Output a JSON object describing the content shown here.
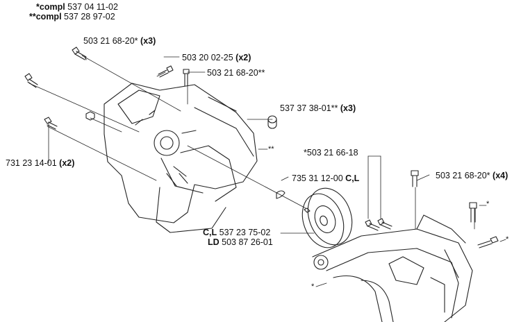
{
  "header": {
    "line1": {
      "prefix": "*compl",
      "part": "537 04 11-02"
    },
    "line2": {
      "prefix": "**compl",
      "part": "537 28 97-02"
    }
  },
  "labels": {
    "bolt_top": {
      "part": "503 21 68-20*",
      "qty": "(x3)"
    },
    "bolt_x2": {
      "part": "503 20 02-25",
      "qty": "(x2)"
    },
    "bolt_dstar": {
      "part": "503 21 68-20**"
    },
    "nut_left": {
      "part": "731 23 14-01",
      "qty": "(x2)"
    },
    "bushing": {
      "part": "537 37 38-01**",
      "qty": "(x3)"
    },
    "housing_mark": "**",
    "spacer": {
      "part": "735 31 12-00",
      "suffix": "C,L"
    },
    "clutch_drum_cl": {
      "prefix": "C,L",
      "part": "537 23 75-02"
    },
    "clutch_drum_ld": {
      "prefix": "LD",
      "part": "503 87 26-01"
    },
    "screw_star": {
      "part": "*503 21 66-18"
    },
    "bolt_x4": {
      "part": "503 21 68-20*",
      "qty": "(x4)"
    },
    "star_a": "*",
    "star_b": "*",
    "star_c": "*"
  }
}
